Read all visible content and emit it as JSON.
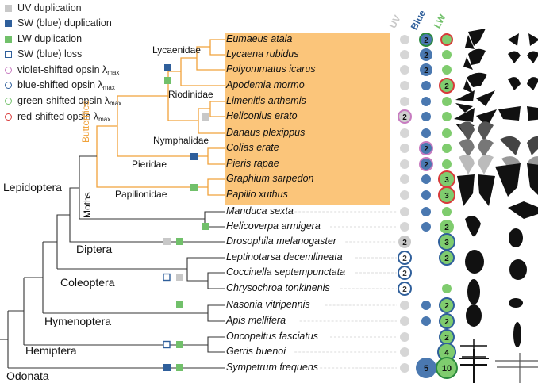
{
  "legend": [
    {
      "label": "UV duplication",
      "kind": "square",
      "color": "#c8c8c8"
    },
    {
      "label": "SW (blue) duplication",
      "kind": "square",
      "color": "#2f5f9b"
    },
    {
      "label": "LW duplication",
      "kind": "square",
      "color": "#71c06a"
    },
    {
      "label": "SW (blue) loss",
      "kind": "open-square",
      "color": "#2f5f9b"
    },
    {
      "label": "violet-shifted opsin λ",
      "kind": "circle",
      "color": "#c77bc0",
      "sub": "max"
    },
    {
      "label": "blue-shifted opsin λ",
      "kind": "circle",
      "color": "#2f5f9b",
      "sub": "max"
    },
    {
      "label": "green-shifted opsin λ",
      "kind": "circle",
      "color": "#71c06a",
      "sub": "max"
    },
    {
      "label": "red-shifted opsin λ",
      "kind": "circle",
      "color": "#d83a3a",
      "sub": "max"
    }
  ],
  "columns": {
    "uv": "UV",
    "blue": "Blue",
    "lw": "LW"
  },
  "colors": {
    "uv": "#cfcfcf",
    "blue": "#4a78b0",
    "lw": "#7fcc6e",
    "violet": "#c77bc0",
    "red": "#d83a3a",
    "darkblue": "#2f5f9b",
    "butterfly_box": "#fbc57a",
    "tree_orange": "#f0a23a"
  },
  "families": {
    "lycaenidae": "Lycaenidae",
    "riodinidae": "Riodinidae",
    "nymphalidae": "Nymphalidae",
    "pieridae": "Pieridae",
    "papilionidae": "Papilionidae",
    "butterflies": "Butterflies",
    "moths": "Moths"
  },
  "orders": {
    "lepidoptera": "Lepidoptera",
    "diptera": "Diptera",
    "coleoptera": "Coleoptera",
    "hymenoptera": "Hymenoptera",
    "hemiptera": "Hemiptera",
    "odonata": "Odonata"
  },
  "species": [
    {
      "name": "Eumaeus atala",
      "uv": "",
      "blue": "2",
      "lw": ""
    },
    {
      "name": "Lycaena rubidus",
      "uv": "",
      "blue": "2",
      "lw": ""
    },
    {
      "name": "Polyommatus icarus",
      "uv": "",
      "blue": "2",
      "lw": ""
    },
    {
      "name": "Apodemia mormo",
      "uv": "",
      "blue": "",
      "lw": "2"
    },
    {
      "name": "Limenitis arthemis",
      "uv": "",
      "blue": "",
      "lw": ""
    },
    {
      "name": "Heliconius erato",
      "uv": "2",
      "blue": "",
      "lw": ""
    },
    {
      "name": "Danaus plexippus",
      "uv": "",
      "blue": "",
      "lw": ""
    },
    {
      "name": "Colias erate",
      "uv": "",
      "blue": "2",
      "lw": ""
    },
    {
      "name": "Pieris rapae",
      "uv": "",
      "blue": "2",
      "lw": ""
    },
    {
      "name": "Graphium sarpedon",
      "uv": "",
      "blue": "",
      "lw": "3"
    },
    {
      "name": "Papilio xuthus",
      "uv": "",
      "blue": "",
      "lw": "3"
    },
    {
      "name": "Manduca sexta",
      "uv": "",
      "blue": "",
      "lw": ""
    },
    {
      "name": "Helicoverpa armigera",
      "uv": "",
      "blue": "",
      "lw": "2"
    },
    {
      "name": "Drosophila melanogaster",
      "uv": "2",
      "blue": "",
      "lw": "3"
    },
    {
      "name": "Leptinotarsa decemlineata",
      "uv": "2",
      "blue": "",
      "lw": "2"
    },
    {
      "name": "Coccinella septempunctata",
      "uv": "2",
      "blue": "",
      "lw": ""
    },
    {
      "name": "Chrysochroa tonkinenis",
      "uv": "2",
      "blue": "",
      "lw": ""
    },
    {
      "name": "Nasonia vitripennis",
      "uv": "",
      "blue": "",
      "lw": "2"
    },
    {
      "name": "Apis mellifera",
      "uv": "",
      "blue": "",
      "lw": "2"
    },
    {
      "name": "Oncopeltus fasciatus",
      "uv": "",
      "blue": "",
      "lw": "2"
    },
    {
      "name": "Gerris buenoi",
      "uv": "",
      "blue": "",
      "lw": "4"
    },
    {
      "name": "Sympetrum frequens",
      "uv": "",
      "blue": "5",
      "lw": "10"
    }
  ]
}
